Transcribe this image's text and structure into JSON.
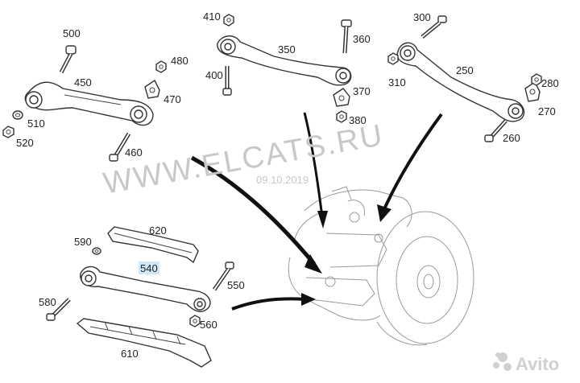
{
  "diagram": {
    "parts": [
      {
        "id": "410",
        "label": "410"
      },
      {
        "id": "300",
        "label": "300"
      },
      {
        "id": "500",
        "label": "500"
      },
      {
        "id": "360",
        "label": "360"
      },
      {
        "id": "350",
        "label": "350"
      },
      {
        "id": "480",
        "label": "480"
      },
      {
        "id": "250",
        "label": "250"
      },
      {
        "id": "450",
        "label": "450"
      },
      {
        "id": "400",
        "label": "400"
      },
      {
        "id": "310",
        "label": "310"
      },
      {
        "id": "470",
        "label": "470"
      },
      {
        "id": "280",
        "label": "280"
      },
      {
        "id": "370",
        "label": "370"
      },
      {
        "id": "510",
        "label": "510"
      },
      {
        "id": "270",
        "label": "270"
      },
      {
        "id": "380",
        "label": "380"
      },
      {
        "id": "520",
        "label": "520"
      },
      {
        "id": "460",
        "label": "460"
      },
      {
        "id": "260",
        "label": "260"
      },
      {
        "id": "620",
        "label": "620"
      },
      {
        "id": "590",
        "label": "590"
      },
      {
        "id": "540",
        "label": "540"
      },
      {
        "id": "550",
        "label": "550"
      },
      {
        "id": "580",
        "label": "580"
      },
      {
        "id": "560",
        "label": "560"
      },
      {
        "id": "610",
        "label": "610"
      }
    ]
  },
  "watermark": {
    "site": "WWW.ELCATS.RU",
    "date": "09.10.2019"
  },
  "logo": {
    "text": "Avito",
    "icon": "avito-dots-icon"
  },
  "colors": {
    "highlight": "#cfe8f7",
    "line": "#333333",
    "watermark": "#c8c8c8"
  }
}
